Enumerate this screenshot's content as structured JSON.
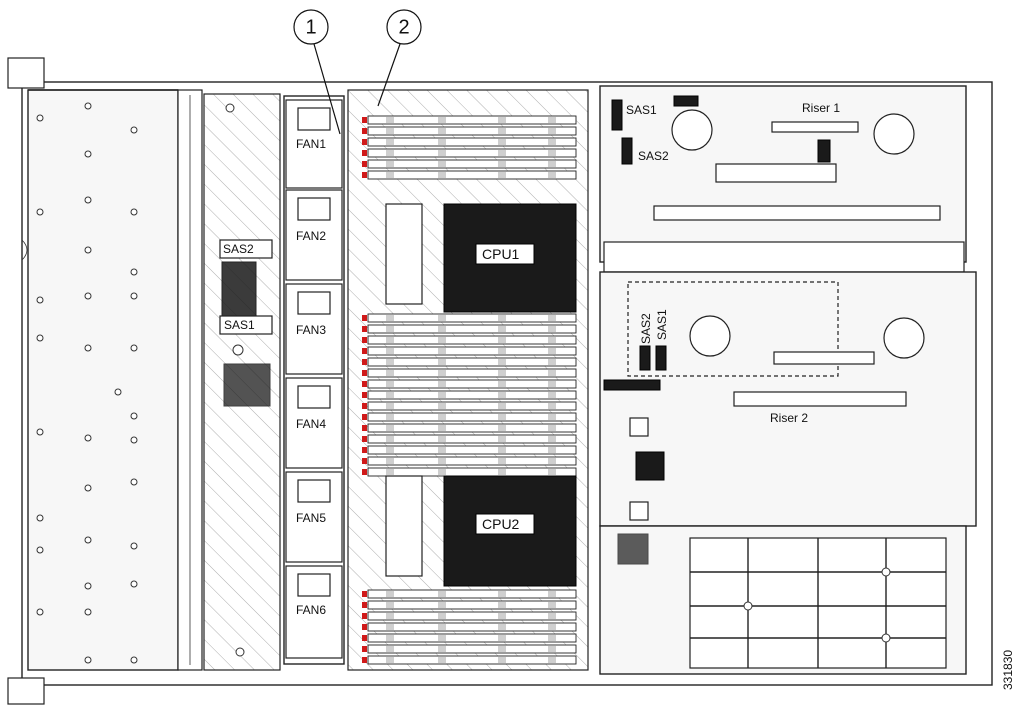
{
  "figure_id": "331830",
  "callouts": [
    {
      "number": "1"
    },
    {
      "number": "2"
    }
  ],
  "fans": [
    "FAN1",
    "FAN2",
    "FAN3",
    "FAN4",
    "FAN5",
    "FAN6"
  ],
  "cpus": [
    "CPU1",
    "CPU2"
  ],
  "sas_left": {
    "top": "SAS2",
    "bottom": "SAS1"
  },
  "sas_riser1": {
    "first": "SAS1",
    "second": "SAS2"
  },
  "sas_riser2": {
    "first": "SAS2",
    "second": "SAS1"
  },
  "risers": {
    "riser1": "Riser 1",
    "riser2": "Riser 2"
  },
  "colors": {
    "dimm_latch": "#d01a1a",
    "outline": "#222222",
    "fill_dark": "#1a1a1a"
  }
}
